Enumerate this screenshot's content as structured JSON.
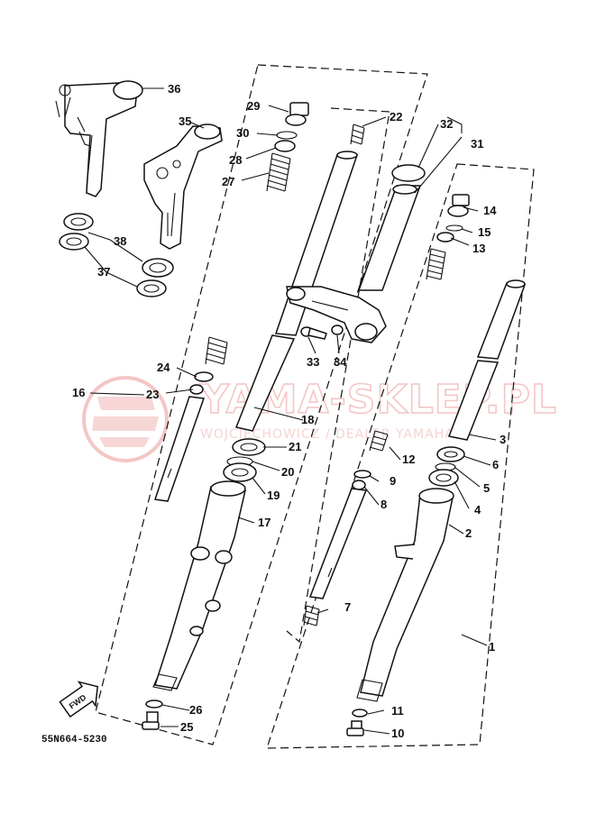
{
  "diagram": {
    "drawing_code": "55N664-5230",
    "watermark": {
      "brand": "YAMA-SKLEP.PL",
      "subtitle": "WOJCIECHOWICZ / DEALER YAMAHA",
      "color": "#f4c6c6"
    },
    "direction_badge": "FWD",
    "callouts": [
      "1",
      "2",
      "3",
      "4",
      "5",
      "6",
      "7",
      "8",
      "9",
      "10",
      "11",
      "12",
      "13",
      "14",
      "15",
      "16",
      "17",
      "18",
      "19",
      "20",
      "21",
      "22",
      "23",
      "24",
      "25",
      "26",
      "27",
      "28",
      "29",
      "30",
      "31",
      "32",
      "33",
      "34",
      "35",
      "36",
      "37",
      "38"
    ]
  }
}
